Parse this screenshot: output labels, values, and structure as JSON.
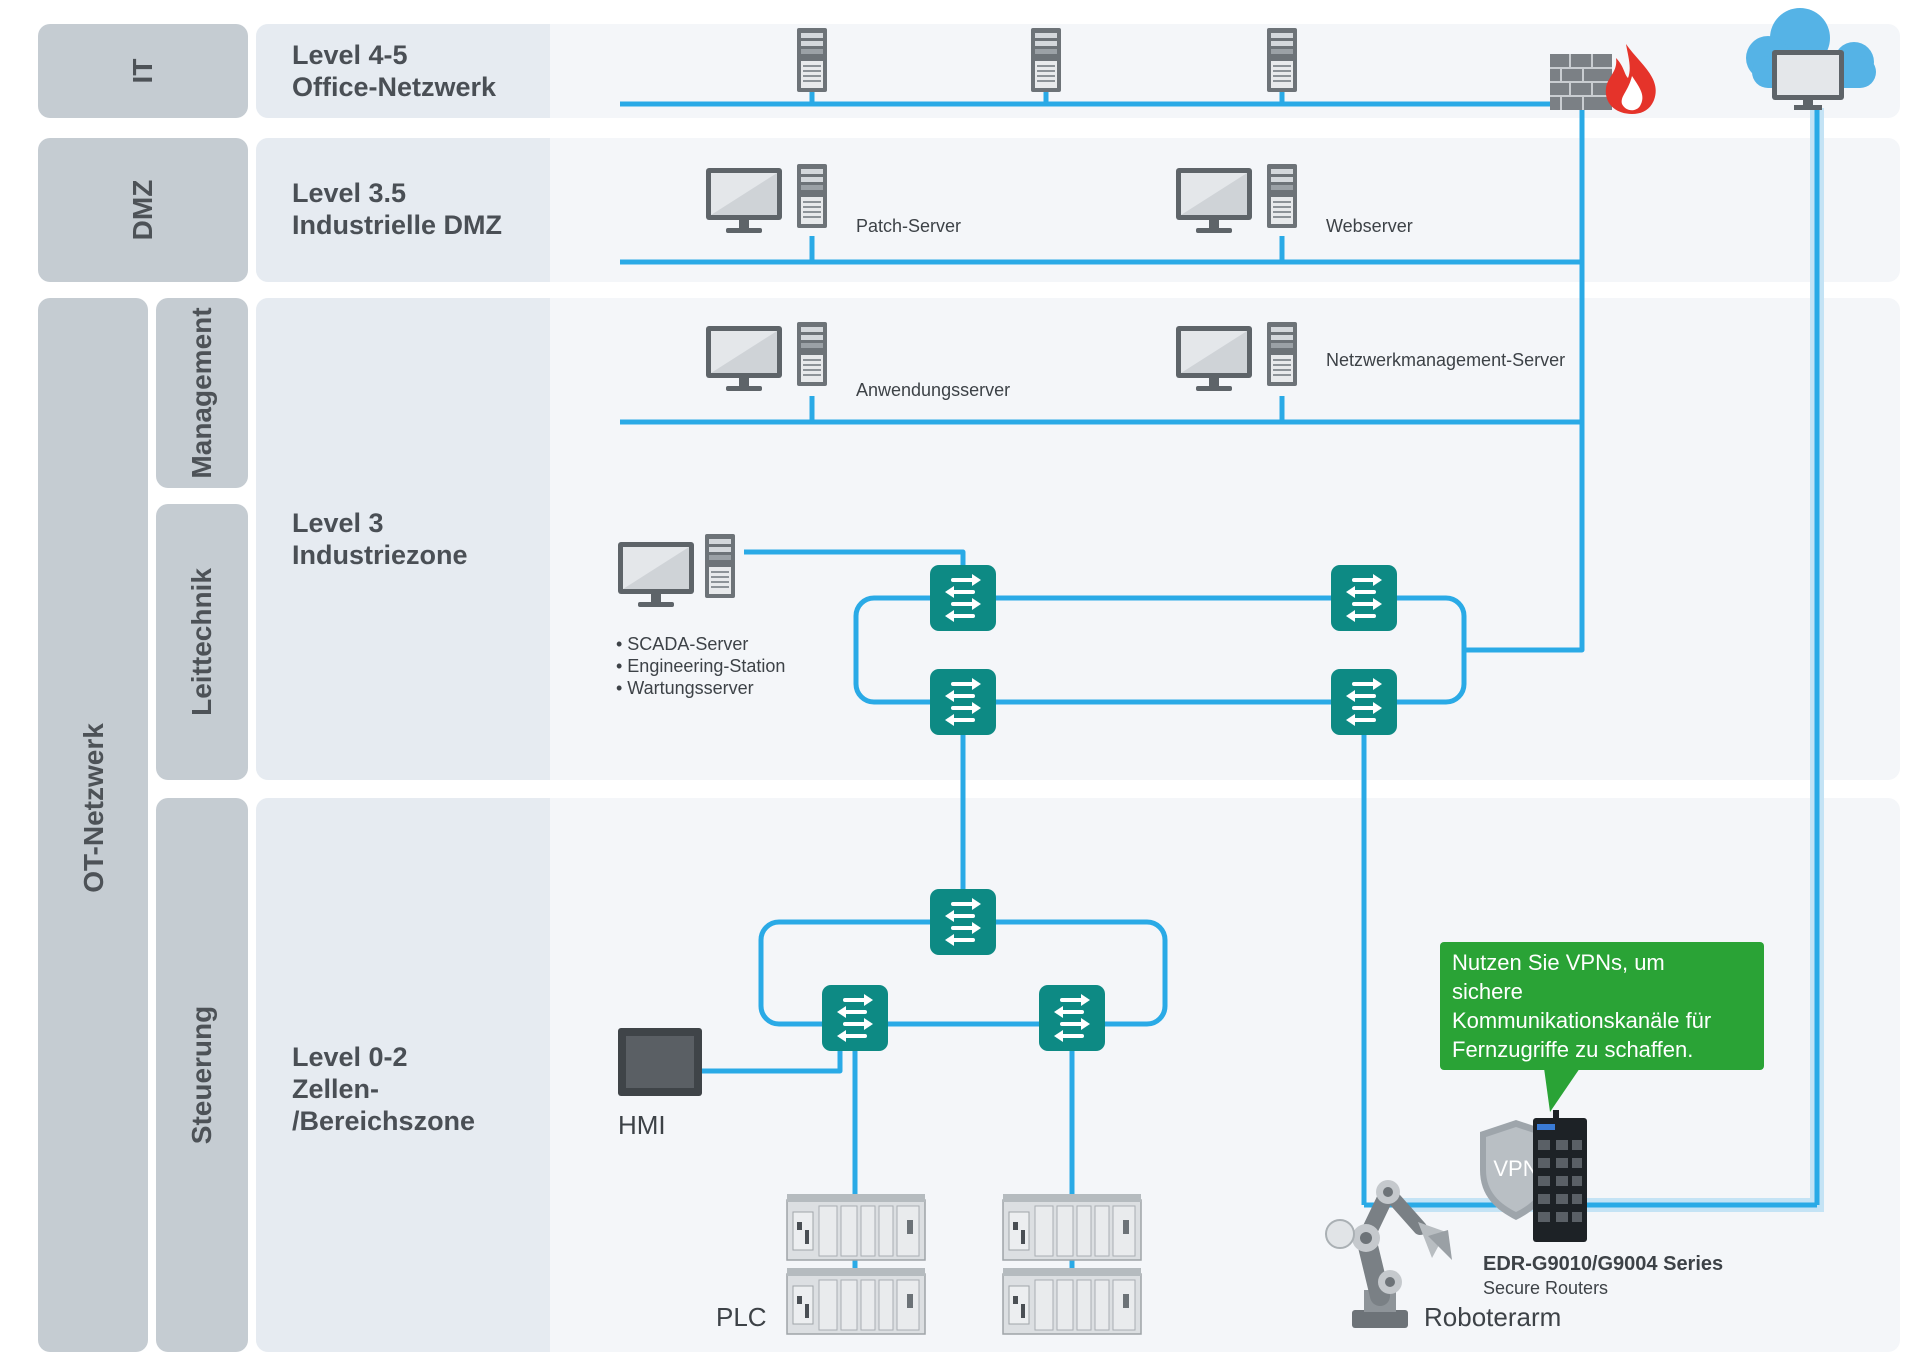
{
  "zones": {
    "it": "IT",
    "dmz": "DMZ",
    "ot": "OT-Netzwerk",
    "management": "Management",
    "leittechnik": "Leittechnik",
    "steuerung": "Steuerung"
  },
  "levels": {
    "office": [
      "Level 4-5",
      "Office-Netzwerk"
    ],
    "dmz": [
      "Level 3.5",
      "Industrielle DMZ"
    ],
    "industrie": [
      "Level 3",
      "Industriezone"
    ],
    "cell": [
      "Level 0-2",
      "Zellen-",
      "/Bereichszone"
    ]
  },
  "devices": {
    "patch_server": "Patch-Server",
    "webserver": "Webserver",
    "anwendungsserver": "Anwendungsserver",
    "netzwerkmanagement": "Netzwerkmanagement-Server",
    "scada_list": [
      "• SCADA-Server",
      "• Engineering-Station",
      "• Wartungsserver"
    ],
    "hmi": "HMI",
    "plc": "PLC",
    "roboterarm": "Roboterarm",
    "router_name": "EDR-G9010/G9004 Series",
    "router_sub": "Secure Routers",
    "vpn": "VPN"
  },
  "callout": {
    "lines": [
      "Nutzen Sie VPNs, um",
      "sichere",
      "Kommunikationskanäle für",
      "Fernzugriffe zu schaffen."
    ]
  },
  "colors": {
    "network_line": "#2aaae6",
    "switch": "#0d8a84",
    "callout": "#2aa336",
    "zone_tab": "#c5ccd2",
    "level_panel": "#e6ebf1",
    "area_bg": "#f4f6f9",
    "firewall_flame": "#e5332a",
    "cloud": "#55b3e6"
  }
}
